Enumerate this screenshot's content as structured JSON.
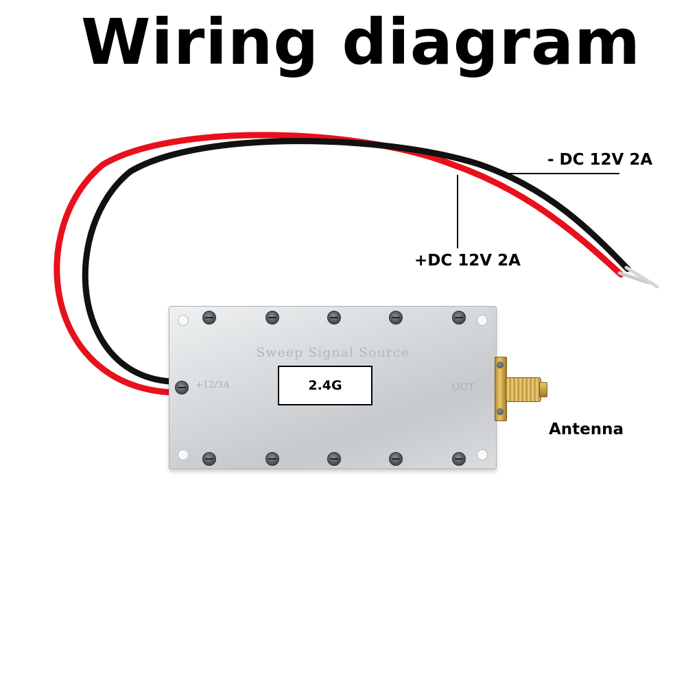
{
  "title": "Wiring diagram",
  "labels": {
    "negative": "- DC 12V 2A",
    "positive": "+DC 12V 2A",
    "antenna": "Antenna"
  },
  "module": {
    "title": "Sweep Signal Source",
    "frequency_label": "2.4G",
    "input_port": "+12/3A",
    "output_port": "OUT"
  },
  "colors": {
    "positive_wire": "#e8101c",
    "negative_wire": "#111111",
    "connector": "#d9b24e"
  },
  "icons": {
    "connector": "sma-connector-icon",
    "screw": "screw-icon"
  }
}
